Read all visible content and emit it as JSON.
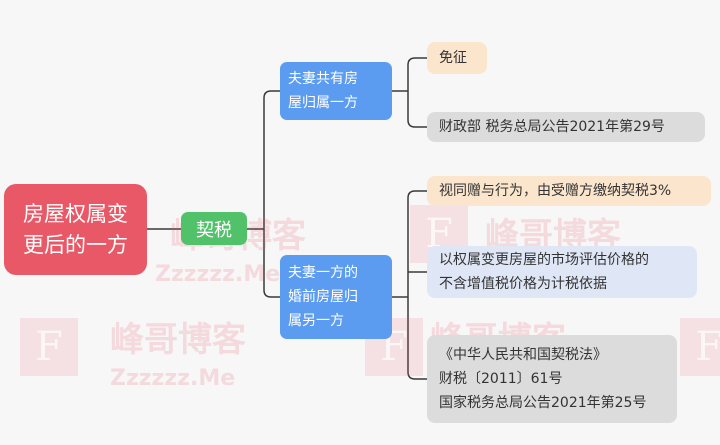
{
  "root": {
    "label_line1": "房屋权属变",
    "label_line2": "更后的一方"
  },
  "tax": {
    "label": "契税"
  },
  "branches": [
    {
      "line1": "夫妻共有房",
      "line2": "屋归属一方",
      "leaves": [
        {
          "text": "免征"
        },
        {
          "text": "财政部 税务总局公告2021年第29号"
        }
      ]
    },
    {
      "line1": "夫妻一方的",
      "line2": "婚前房屋归",
      "line3": "属另一方",
      "leaves": [
        {
          "text": "视同赠与行为，由受赠方缴纳契税3%"
        },
        {
          "line1": "以权属变更房屋的市场评估价格的",
          "line2": "不含增值税价格为计税依据"
        },
        {
          "line1": "《中华人民共和国契税法》",
          "line2": "财税〔2011〕61号",
          "line3": "国家税务总局公告2021年第25号"
        }
      ]
    }
  ],
  "watermark": {
    "brand": "峰哥博客",
    "url": "Zzzzzz.Me",
    "logo": "F"
  },
  "colors": {
    "root": "#e95866",
    "tax": "#52c26a",
    "branch": "#5b9cf0",
    "leaf_orange": "#fbe6cd",
    "leaf_gray": "#dcdcdc",
    "leaf_blue": "#dfe6f6"
  }
}
